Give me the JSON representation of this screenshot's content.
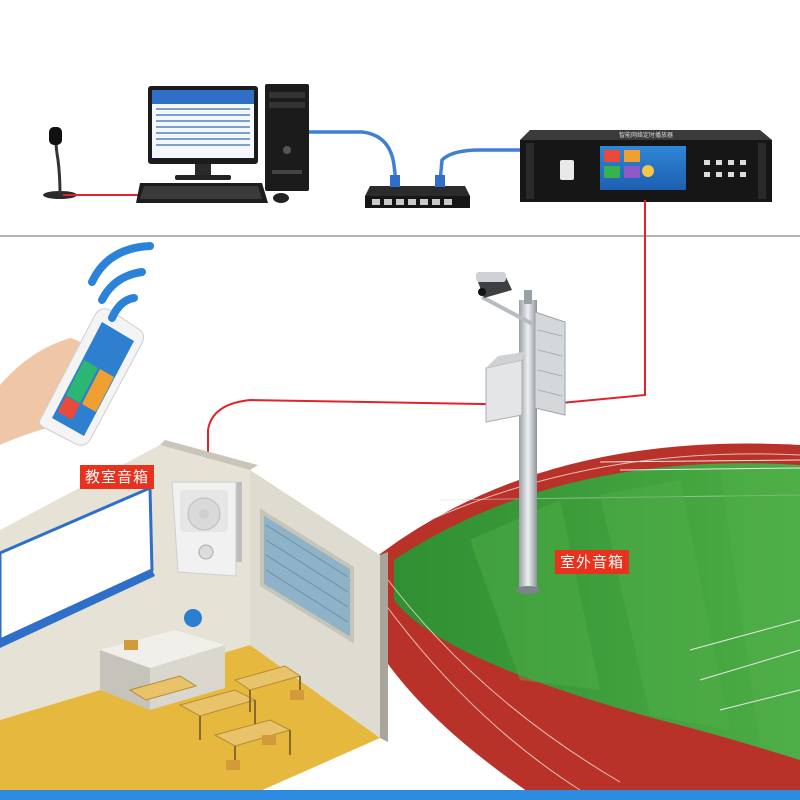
{
  "labels": {
    "classroom_speaker": "教室音箱",
    "outdoor_speaker": "室外音箱"
  },
  "device_screens": {
    "pc_monitor_title": "",
    "rack_panel_title": "智能网络定时播放器",
    "phone_app_title": ""
  },
  "colors": {
    "signal_wire": "#e0242b",
    "network_cable": "#3f7fd6",
    "label_bg": "#e8321e",
    "field_green": "#3a9a38",
    "track_red": "#b8322a",
    "wall_beige": "#e6e2d6",
    "floor_yellow": "#e6b93e",
    "bottom_bar": "#2d8be0"
  },
  "icons": [
    "microphone-icon",
    "pc-icon",
    "network-switch-icon",
    "rack-controller-icon",
    "smartphone-icon",
    "wifi-signal-icon",
    "wall-speaker-icon",
    "pole-speaker-icon",
    "camera-icon"
  ]
}
